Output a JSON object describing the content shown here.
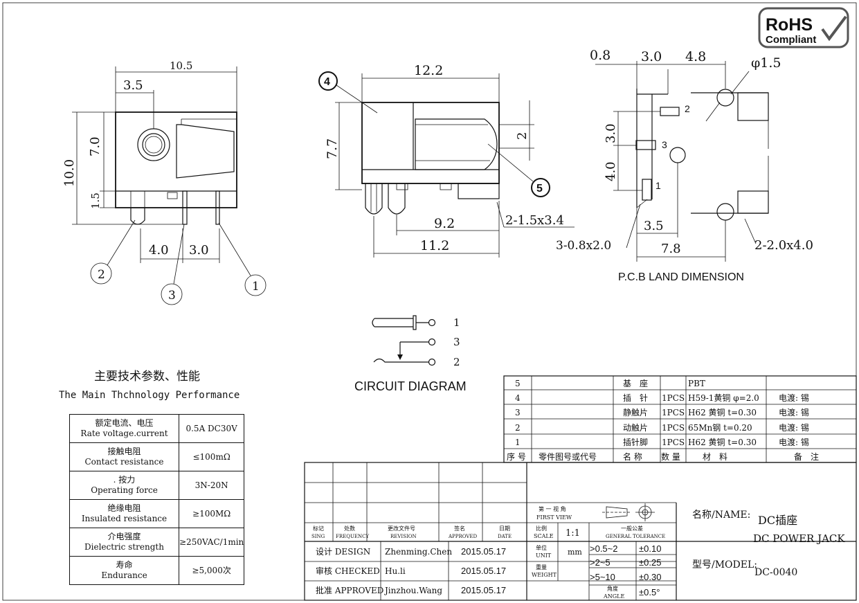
{
  "badge": {
    "line1": "RoHS",
    "line2": "Compliant"
  },
  "left_view": {
    "dims": {
      "width": "10.5",
      "hole_offset": "3.5",
      "height": "10.0",
      "body": "7.0",
      "base": "1.5",
      "pin_gap_a": "4.0",
      "pin_gap_b": "3.0"
    },
    "callouts": [
      "2",
      "3",
      "1"
    ]
  },
  "mid_view": {
    "dims": {
      "length": "12.2",
      "height": "7.7",
      "hole": "2",
      "pin_span_a": "9.2",
      "pin_span_b": "11.2",
      "slot": "2-1.5x3.4"
    },
    "callouts": [
      "4",
      "5"
    ]
  },
  "pcb_view": {
    "dims": {
      "d1": "0.8",
      "d2": "3.0",
      "d3": "4.8",
      "hole": "φ1.5",
      "v1": "3.0",
      "v2": "4.0",
      "slot": "3-0.8x2.0",
      "h1": "3.5",
      "h2": "7.8",
      "slot2": "2-2.0x4.0"
    },
    "pin_labels": [
      "2",
      "3",
      "1"
    ],
    "caption": "P.C.B LAND DIMENSION"
  },
  "circuit": {
    "pins": [
      "1",
      "3",
      "2"
    ],
    "caption": "CIRCUIT DIAGRAM"
  },
  "performance": {
    "title_cn": "主要技术参数、性能",
    "title_en": "The Main Thchnology Performance",
    "rows": [
      {
        "cn": "额定电流、电压",
        "en": "Rate voltage.current",
        "value": "0.5A DC30V"
      },
      {
        "cn": "接触电阻",
        "en": "Contact resistance",
        "value": "≤100mΩ"
      },
      {
        "cn": ". 按力",
        "en": "Operating force",
        "value": "3N-20N"
      },
      {
        "cn": "绝缘电阻",
        "en": "Insulated resistance",
        "value": "≥100MΩ"
      },
      {
        "cn": "介电强度",
        "en": "Dielectric strength",
        "value": "≥250VAC/1min"
      },
      {
        "cn": "寿命",
        "en": "Endurance",
        "value": "≥5,000次"
      }
    ]
  },
  "bom": {
    "rows": [
      [
        "5",
        "",
        "基　座",
        "",
        "PBT",
        ""
      ],
      [
        "4",
        "",
        "插　针",
        "1PCS",
        "H59-1黄铜 φ=2.0",
        "电渡: 锡"
      ],
      [
        "3",
        "",
        "静触片",
        "1PCS",
        "H62 黄铜 t=0.30",
        "电渡: 锡"
      ],
      [
        "2",
        "",
        "动触片",
        "1PCS",
        "65Mn钢 t=0.20",
        "电渡: 锡"
      ],
      [
        "1",
        "",
        "插针脚",
        "1PCS",
        "H62 黄铜 t=0.30",
        "电渡: 锡"
      ]
    ],
    "header": [
      "序 号",
      "零件图号或代号",
      "名 称",
      "数 量",
      "材　料",
      "备　注"
    ]
  },
  "title_block": {
    "rev_headers": [
      [
        "标记",
        "SING"
      ],
      [
        "处数",
        "FREQUENCY"
      ],
      [
        "更改文件号",
        "REVISION"
      ],
      [
        "签名",
        "APPROVED"
      ],
      [
        "日期",
        "DATE"
      ]
    ],
    "projection": [
      "第 一 视 角",
      "FIRST VIEW"
    ],
    "scale_label": [
      "比例",
      "SCALE"
    ],
    "scale": "1:1",
    "tol_label": [
      "一般公差",
      "GENERAL TOLERANCE"
    ],
    "unit_label": [
      "单位",
      "UNIT"
    ],
    "unit": "mm",
    "weight_label": [
      "重量",
      "WEIGHT"
    ],
    "angle_label": [
      "角度",
      "ANGLE"
    ],
    "tolerances": [
      [
        ">0.5~2",
        "±0.10"
      ],
      [
        ">2~5",
        "±0.25"
      ],
      [
        ">5~10",
        "±0.30"
      ],
      [
        "",
        "±0.5°"
      ]
    ],
    "signoffs": [
      {
        "role": "设计 DESIGN",
        "name": "Zhenming.Chen",
        "date": "2015.05.17"
      },
      {
        "role": "审核 CHECKED",
        "name": "Hu.li",
        "date": "2015.05.17"
      },
      {
        "role": "批准 APPROVED",
        "name": "Jinzhou.Wang",
        "date": "2015.05.17"
      }
    ],
    "name_label": "名称/NAME:",
    "name_cn": "DC插座",
    "name_en": "DC POWER JACK",
    "model_label": "型号/MODEL:",
    "model": "DC-0040"
  }
}
